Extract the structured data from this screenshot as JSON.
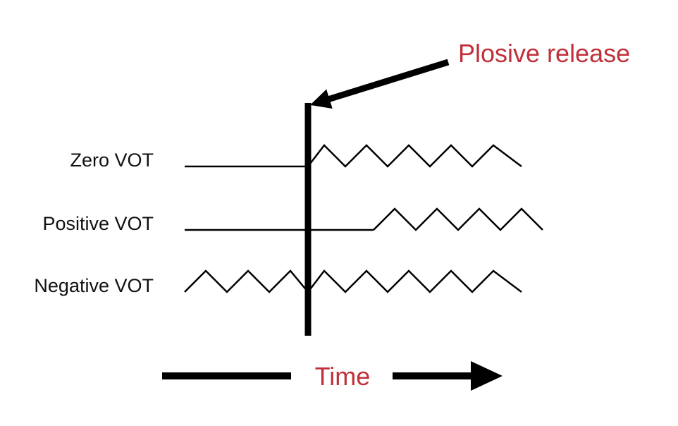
{
  "annotation": {
    "label": "Plosive release",
    "color": "#c0303a"
  },
  "rows": [
    {
      "label": "Zero VOT"
    },
    {
      "label": "Positive VOT"
    },
    {
      "label": "Negative VOT"
    }
  ],
  "time_axis": {
    "label": "Time",
    "color": "#c0303a"
  },
  "line_color": "#000000"
}
